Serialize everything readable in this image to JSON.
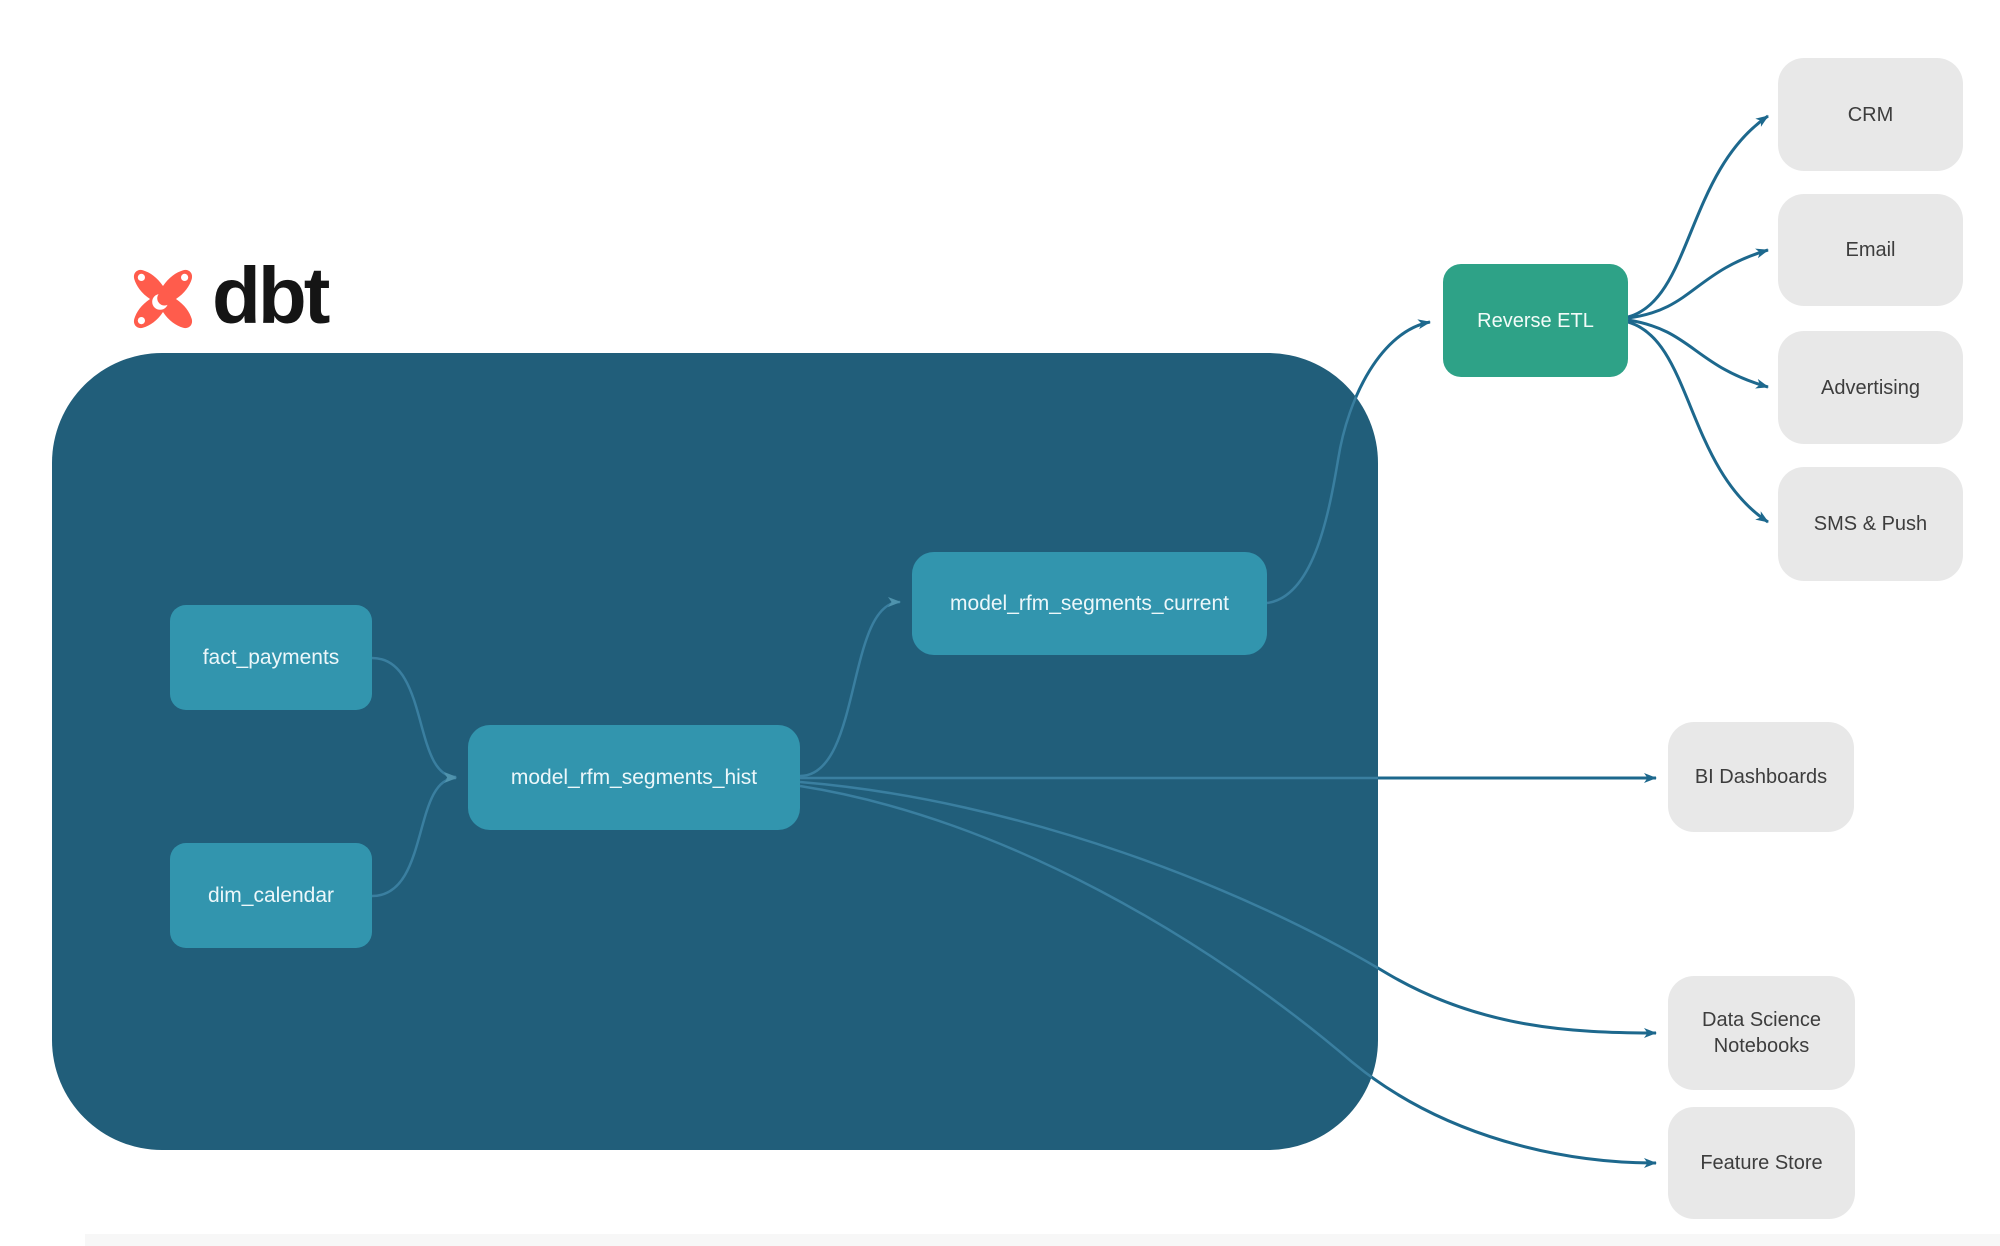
{
  "brand": {
    "name": "dbt"
  },
  "colors": {
    "container": "#215e7a",
    "model_node": "#3295ae",
    "etl_node": "#2ea287",
    "destination_node": "#e8e8e8",
    "edge_inside_container": "#3a7fa0",
    "edge_outside_container": "#1d688d",
    "logo_orange": "#ff5c4c"
  },
  "nodes": {
    "sources": [
      {
        "label": "fact_payments"
      },
      {
        "label": "dim_calendar"
      }
    ],
    "models": [
      {
        "label": "model_rfm_segments_hist"
      },
      {
        "label": "model_rfm_segments_current"
      }
    ],
    "etl": {
      "label": "Reverse ETL"
    },
    "destinations": [
      {
        "label": "CRM"
      },
      {
        "label": "Email"
      },
      {
        "label": "Advertising"
      },
      {
        "label": "SMS & Push"
      },
      {
        "label": "BI Dashboards"
      },
      {
        "label": "Data Science Notebooks"
      },
      {
        "label": "Feature Store"
      }
    ]
  },
  "edges": [
    {
      "from": "fact_payments",
      "to": "model_rfm_segments_hist"
    },
    {
      "from": "dim_calendar",
      "to": "model_rfm_segments_hist"
    },
    {
      "from": "model_rfm_segments_hist",
      "to": "model_rfm_segments_current"
    },
    {
      "from": "model_rfm_segments_current",
      "to": "Reverse ETL"
    },
    {
      "from": "model_rfm_segments_hist",
      "to": "BI Dashboards"
    },
    {
      "from": "model_rfm_segments_hist",
      "to": "Data Science Notebooks"
    },
    {
      "from": "model_rfm_segments_hist",
      "to": "Feature Store"
    },
    {
      "from": "Reverse ETL",
      "to": "CRM"
    },
    {
      "from": "Reverse ETL",
      "to": "Email"
    },
    {
      "from": "Reverse ETL",
      "to": "Advertising"
    },
    {
      "from": "Reverse ETL",
      "to": "SMS & Push"
    }
  ]
}
